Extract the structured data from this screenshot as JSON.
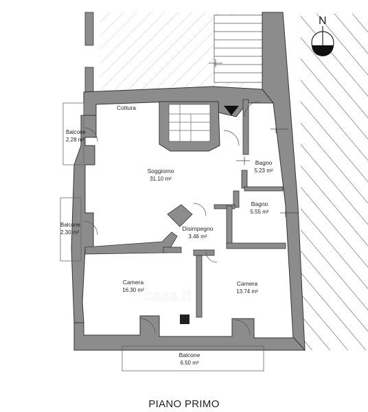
{
  "plan": {
    "floor_title": "PIANO PRIMO",
    "north_label": "N",
    "watermark": "casa.it",
    "rooms": {
      "cottura": {
        "name": "Cottura"
      },
      "soggiorno": {
        "name": "Soggiorno",
        "area": "31.10 m²"
      },
      "bagno_1": {
        "name": "Bagno",
        "area": "5.23 m²"
      },
      "bagno_2": {
        "name": "Bagno",
        "area": "5.55 m²"
      },
      "disimpegno": {
        "name": "Disimpegno",
        "area": "3.46 m²"
      },
      "camera_1": {
        "name": "Camera",
        "area": "16.30 m²"
      },
      "camera_2": {
        "name": "Camera",
        "area": "13.74 m²"
      }
    },
    "balconies": {
      "top": {
        "name": "Balcone",
        "area": "2.28 m²"
      },
      "middle": {
        "name": "Balcone",
        "area": "2.30 m²"
      },
      "bottom": {
        "name": "Balcone",
        "area": "6.50 m²"
      }
    },
    "colors": {
      "wall": "#8c8c8c",
      "wall_edge": "#333333",
      "hatch": "#7a7a7a",
      "line": "#444444"
    }
  }
}
